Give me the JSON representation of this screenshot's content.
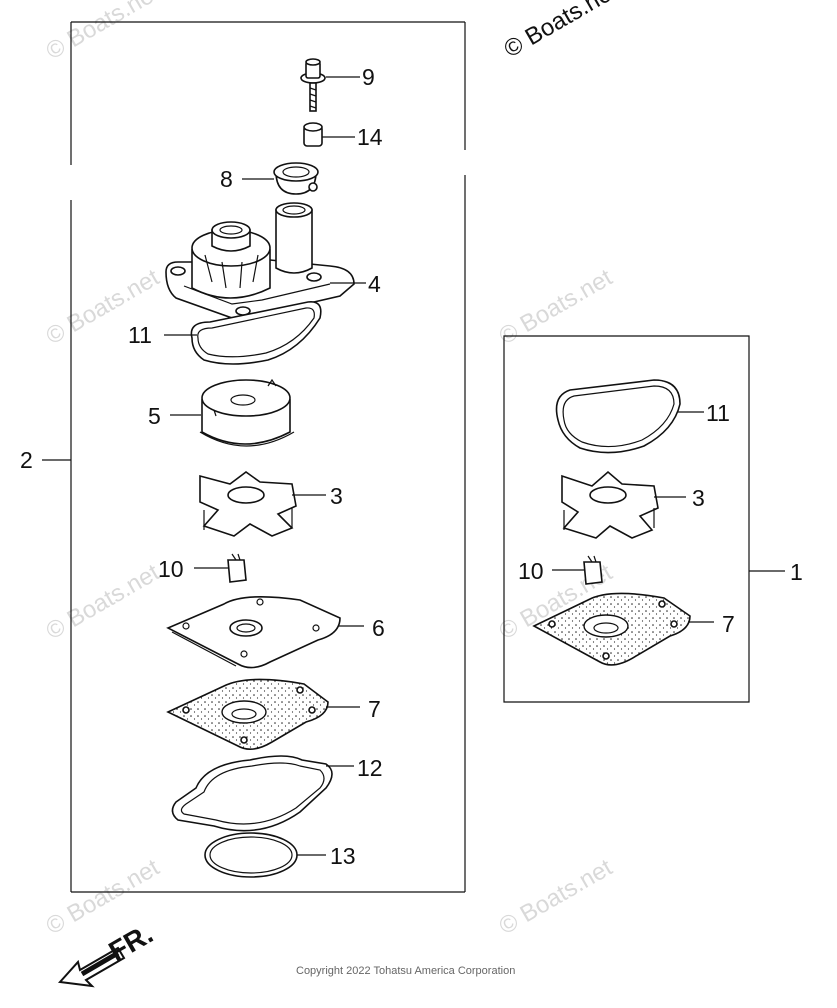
{
  "watermark": "© Boats.net",
  "copyright": "Copyright 2022 Tohatsu America Corporation",
  "direction_label": "FR.",
  "kit_labels": {
    "full_kit": "2",
    "repair_kit": "1"
  },
  "callouts_main": [
    {
      "id": "bolt",
      "label": "9"
    },
    {
      "id": "collar",
      "label": "14"
    },
    {
      "id": "grommet",
      "label": "8"
    },
    {
      "id": "pump-case",
      "label": "4"
    },
    {
      "id": "case-seal",
      "label": "11"
    },
    {
      "id": "liner",
      "label": "5"
    },
    {
      "id": "impeller",
      "label": "3"
    },
    {
      "id": "key",
      "label": "10"
    },
    {
      "id": "plate",
      "label": "6"
    },
    {
      "id": "gasket",
      "label": "7"
    },
    {
      "id": "lower-gasket",
      "label": "12"
    },
    {
      "id": "o-ring",
      "label": "13"
    }
  ],
  "callouts_kit": [
    {
      "id": "kit-seal",
      "label": "11"
    },
    {
      "id": "kit-impeller",
      "label": "3"
    },
    {
      "id": "kit-key",
      "label": "10"
    },
    {
      "id": "kit-gasket",
      "label": "7"
    }
  ]
}
